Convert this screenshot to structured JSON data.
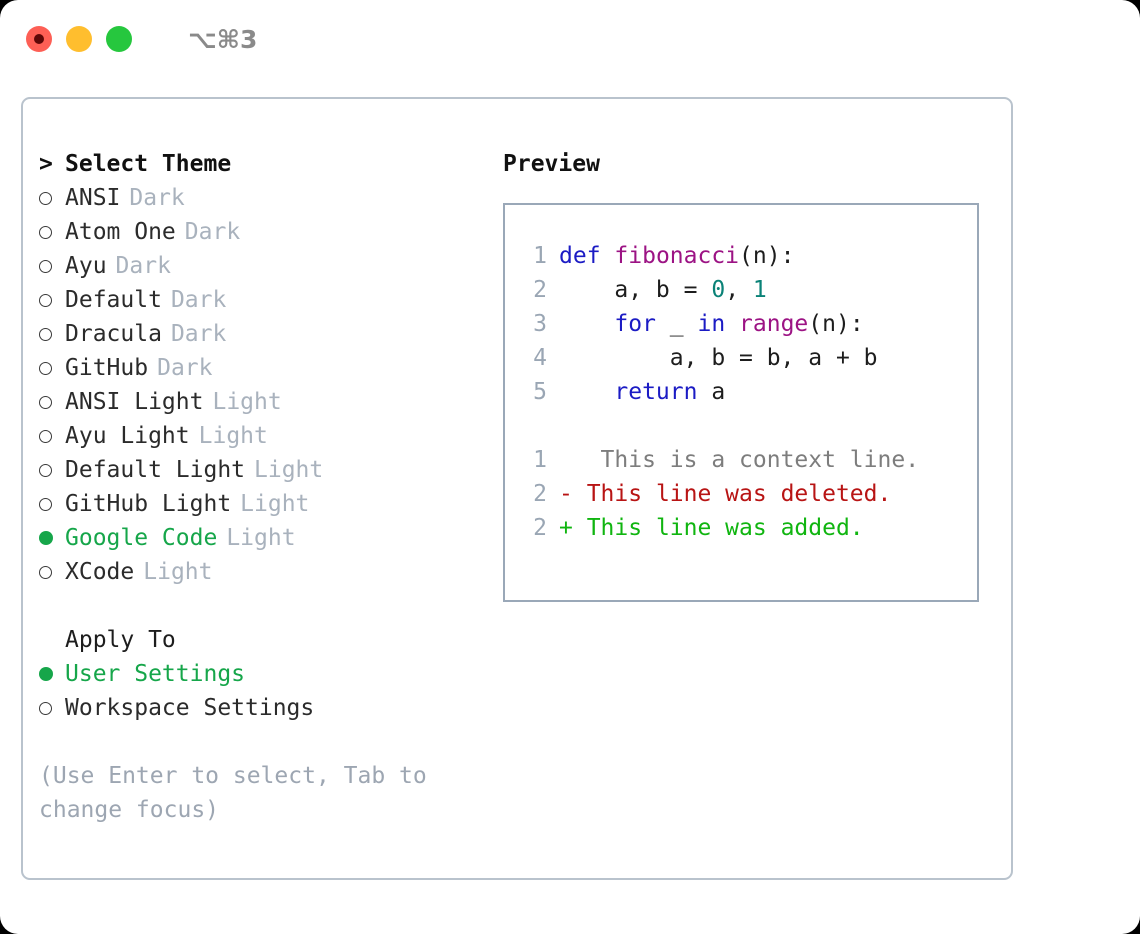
{
  "titlebar": {
    "shortcut": "⌥⌘3",
    "buttons": [
      {
        "name": "close",
        "color": "#fd5f55"
      },
      {
        "name": "minimize",
        "color": "#ffbe2e"
      },
      {
        "name": "zoom",
        "color": "#26c73e"
      }
    ]
  },
  "colors": {
    "accent_green": "#16a64a",
    "panel_border": "#b9c3cd",
    "preview_border": "#9aa8b8",
    "muted": "#a9b2bd",
    "hint": "#9da6b2",
    "keyword": "#1b1bc4",
    "function": "#9c1384",
    "number": "#0a8277",
    "context": "#7d7d7d",
    "deleted": "#b81414",
    "added": "#10b510"
  },
  "theme_picker": {
    "prompt": ">",
    "heading": "Select Theme",
    "items": [
      {
        "label": "ANSI",
        "variant": "Dark",
        "selected": false
      },
      {
        "label": "Atom One",
        "variant": "Dark",
        "selected": false
      },
      {
        "label": "Ayu",
        "variant": "Dark",
        "selected": false
      },
      {
        "label": "Default",
        "variant": "Dark",
        "selected": false
      },
      {
        "label": "Dracula",
        "variant": "Dark",
        "selected": false
      },
      {
        "label": "GitHub",
        "variant": "Dark",
        "selected": false
      },
      {
        "label": "ANSI Light",
        "variant": "Light",
        "selected": false
      },
      {
        "label": "Ayu Light",
        "variant": "Light",
        "selected": false
      },
      {
        "label": "Default Light",
        "variant": "Light",
        "selected": false
      },
      {
        "label": "GitHub Light",
        "variant": "Light",
        "selected": false
      },
      {
        "label": "Google Code",
        "variant": "Light",
        "selected": true
      },
      {
        "label": "XCode",
        "variant": "Light",
        "selected": false
      }
    ]
  },
  "apply_to": {
    "heading": "Apply To",
    "options": [
      {
        "label": "User Settings",
        "selected": true
      },
      {
        "label": "Workspace Settings",
        "selected": false
      }
    ]
  },
  "hint": "(Use Enter to select, Tab to change focus)",
  "preview": {
    "title": "Preview",
    "code_lines": [
      {
        "no": "1",
        "tokens": [
          {
            "t": "def",
            "c": "kw"
          },
          {
            "t": " ",
            "c": "pl"
          },
          {
            "t": "fibonacci",
            "c": "fn"
          },
          {
            "t": "(n):",
            "c": "pl"
          }
        ]
      },
      {
        "no": "2",
        "tokens": [
          {
            "t": "    a, b = ",
            "c": "pl"
          },
          {
            "t": "0",
            "c": "num"
          },
          {
            "t": ", ",
            "c": "pl"
          },
          {
            "t": "1",
            "c": "num"
          }
        ]
      },
      {
        "no": "3",
        "tokens": [
          {
            "t": "    ",
            "c": "pl"
          },
          {
            "t": "for",
            "c": "kw"
          },
          {
            "t": " _ ",
            "c": "pl"
          },
          {
            "t": "in",
            "c": "kw"
          },
          {
            "t": " ",
            "c": "pl"
          },
          {
            "t": "range",
            "c": "fn"
          },
          {
            "t": "(n):",
            "c": "pl"
          }
        ]
      },
      {
        "no": "4",
        "tokens": [
          {
            "t": "        a, b = b, a + b",
            "c": "pl"
          }
        ]
      },
      {
        "no": "5",
        "tokens": [
          {
            "t": "    ",
            "c": "pl"
          },
          {
            "t": "return",
            "c": "kw"
          },
          {
            "t": " a",
            "c": "pl"
          }
        ]
      }
    ],
    "diff_lines": [
      {
        "no": "1",
        "marker": " ",
        "text": "  This is a context line.",
        "kind": "ctx"
      },
      {
        "no": "2",
        "marker": "-",
        "text": " This line was deleted.",
        "kind": "del"
      },
      {
        "no": "2",
        "marker": "+",
        "text": " This line was added.",
        "kind": "add"
      }
    ]
  }
}
